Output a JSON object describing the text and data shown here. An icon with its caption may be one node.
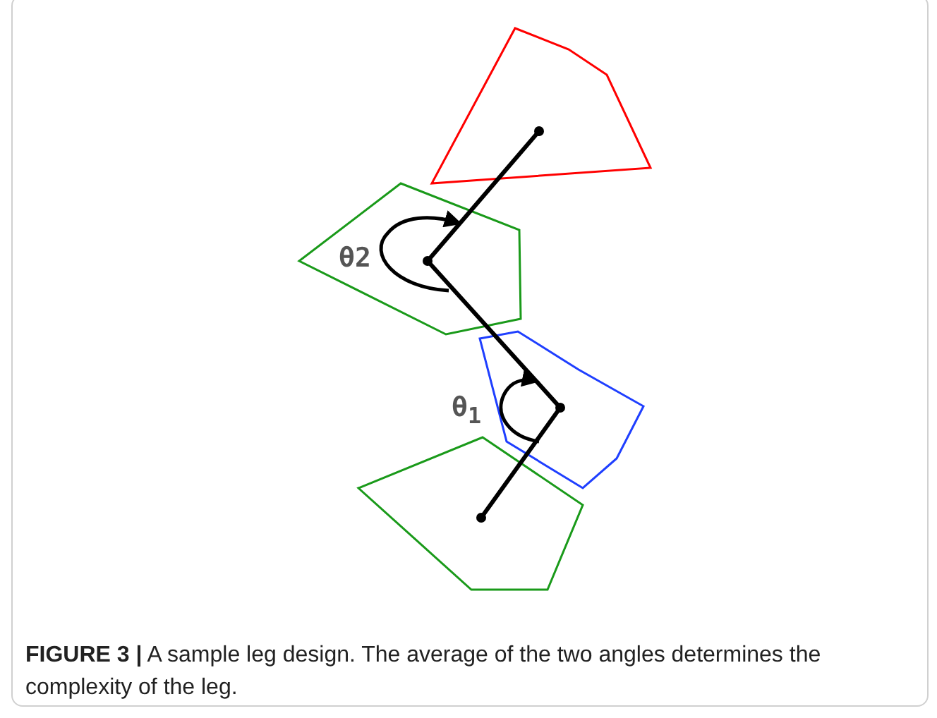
{
  "diagram": {
    "caption": "**FIGURE 3 |** A sample leg design. The average of the two angles determines the complexity of the leg.",
    "labels": [
      "θ2",
      "θ$_{1}$"
    ]
  }
}
